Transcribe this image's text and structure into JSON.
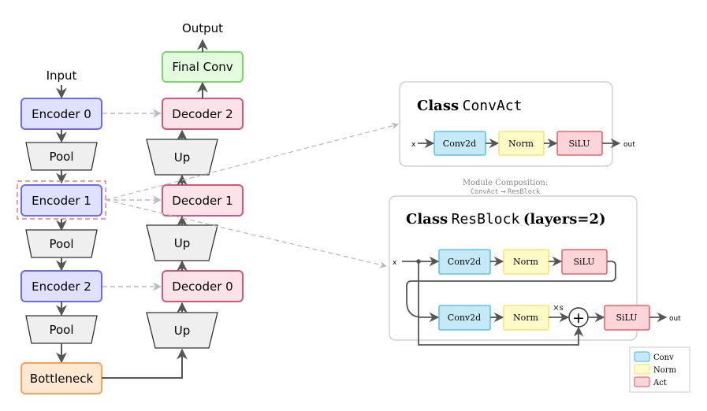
{
  "unet": {
    "input_label": "Input",
    "output_label": "Output",
    "encoders": [
      "Encoder 0",
      "Encoder 1",
      "Encoder 2"
    ],
    "pools": [
      "Pool",
      "Pool",
      "Pool"
    ],
    "bottleneck": "Bottleneck",
    "ups": [
      "Up",
      "Up",
      "Up"
    ],
    "decoders": [
      "Decoder 2",
      "Decoder 1",
      "Decoder 0"
    ],
    "final": "Final Conv"
  },
  "convact": {
    "title_prefix": "Class",
    "title_code": "ConvAct",
    "input_label": "x",
    "output_label": "out",
    "blocks": [
      "Conv2d",
      "Norm",
      "SiLU"
    ]
  },
  "composition": {
    "title": "Module Composition:",
    "subtitle_left": "ConvAct",
    "arrow": "→",
    "subtitle_right": "ResBlock"
  },
  "resblock": {
    "title_prefix": "Class",
    "title_code": "ResBlock",
    "title_suffix": "(layers=2)",
    "input_label": "x",
    "output_label": "out",
    "row1": [
      "Conv2d",
      "Norm",
      "SiLU"
    ],
    "row2": [
      "Conv2d",
      "Norm"
    ],
    "scale_label": "×s",
    "plus_symbol": "+",
    "final_act": "SiLU"
  },
  "legend": [
    {
      "label": "Conv",
      "color": "#c6e9f7"
    },
    {
      "label": "Norm",
      "color": "#fffbc8"
    },
    {
      "label": "Act",
      "color": "#fbd5d8"
    }
  ],
  "colors": {
    "encoder_fill": "#e0e0ff",
    "encoder_stroke": "#6b6bf0",
    "decoder_fill": "#fbe3e9",
    "decoder_stroke": "#d5577f",
    "bottleneck_fill": "#ffe8d1",
    "bottleneck_stroke": "#f2a55a",
    "final_fill": "#e5fbe0",
    "final_stroke": "#79d86b",
    "gray_fill": "#efefef",
    "conv_stroke": "#44b7de",
    "norm_stroke": "#f0e060",
    "act_stroke": "#dd4a55"
  }
}
